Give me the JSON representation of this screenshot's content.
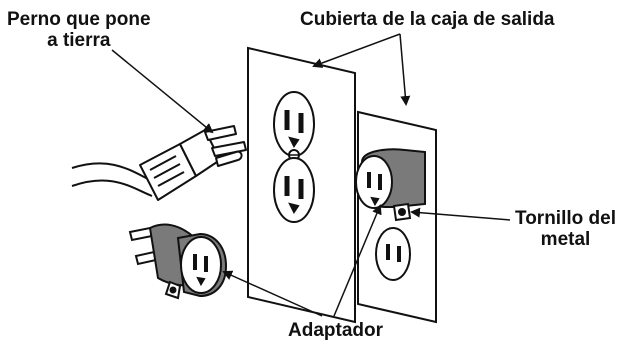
{
  "labels": {
    "ground_pin": {
      "line1": "Perno que pone",
      "line2": "a tierra"
    },
    "cover": "Cubierta de la caja de salida",
    "screw": {
      "line1": "Tornillo del",
      "line2": "metal"
    },
    "adapter": "Adaptador"
  },
  "colors": {
    "ink": "#111111",
    "plate": "#ffffff",
    "adapter_body": "#7a7a7a",
    "adapter_face": "#ffffff"
  },
  "icons": [
    "three-prong-plug-icon",
    "duplex-outlet-icon",
    "grounding-adapter-icon",
    "metal-screw-icon"
  ]
}
